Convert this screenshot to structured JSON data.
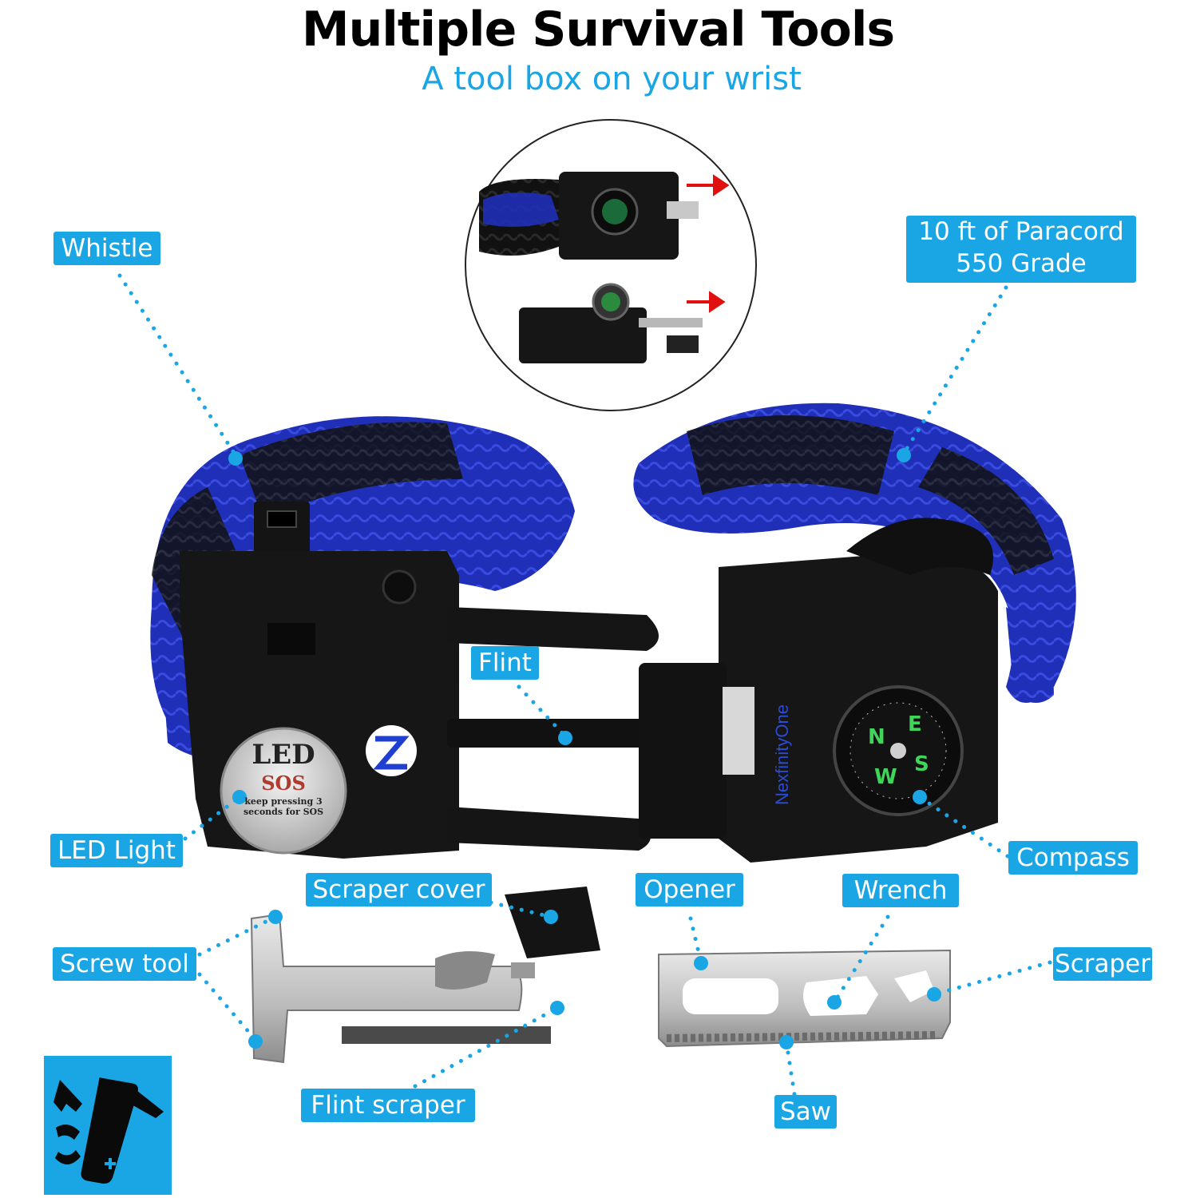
{
  "header": {
    "title": "Multiple Survival Tools",
    "subtitle": "A tool box on your wrist"
  },
  "callouts": {
    "whistle": "Whistle",
    "paracord_line1": "10 ft of Paracord",
    "paracord_line2": "550 Grade",
    "flint": "Flint",
    "led_light": "LED Light",
    "compass": "Compass",
    "scraper_cover": "Scraper cover",
    "opener": "Opener",
    "wrench": "Wrench",
    "screw_tool": "Screw tool",
    "scraper": "Scraper",
    "flint_scraper": "Flint scraper",
    "saw": "Saw"
  },
  "product_markings": {
    "led_cap_line1": "LED",
    "led_cap_line2": "SOS",
    "led_cap_line3": "keep pressing 3",
    "led_cap_line4": "seconds for SOS",
    "brand": "NexfinityOne",
    "compass_n": "N",
    "compass_e": "E",
    "compass_s": "S",
    "compass_w": "W"
  },
  "colors": {
    "accent": "#1aa6e4",
    "cord_blue": "#1f2fb8",
    "cord_black": "#111111"
  }
}
